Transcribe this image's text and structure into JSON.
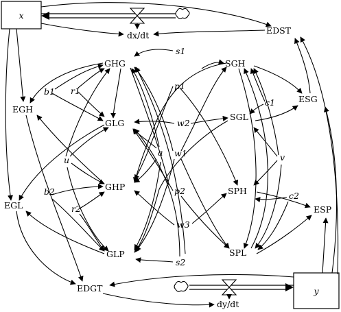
{
  "stocks": {
    "x": "x",
    "y": "y"
  },
  "flows": {
    "dxdt": "dx/dt",
    "dydt": "dy/dt"
  },
  "nodes": {
    "EDST": "EDST",
    "EDGT": "EDGT",
    "GHG": "GHG",
    "GLG": "GLG",
    "GHP": "GHP",
    "GLP": "GLP",
    "SGH": "SGH",
    "SGL": "SGL",
    "SPH": "SPH",
    "SPL": "SPL",
    "EGH": "EGH",
    "EGL": "EGL",
    "ESG": "ESG",
    "ESP": "ESP"
  },
  "params": {
    "s1": "s1",
    "s2": "s2",
    "b1": "b1",
    "b2": "b2",
    "r1": "r1",
    "r2": "r2",
    "p1": "p1",
    "p2": "p2",
    "w1": "w1",
    "w2": "w2",
    "w3": "w3",
    "c1": "c1",
    "c2": "c2",
    "u": "u",
    "v": "v",
    "a": "a"
  }
}
